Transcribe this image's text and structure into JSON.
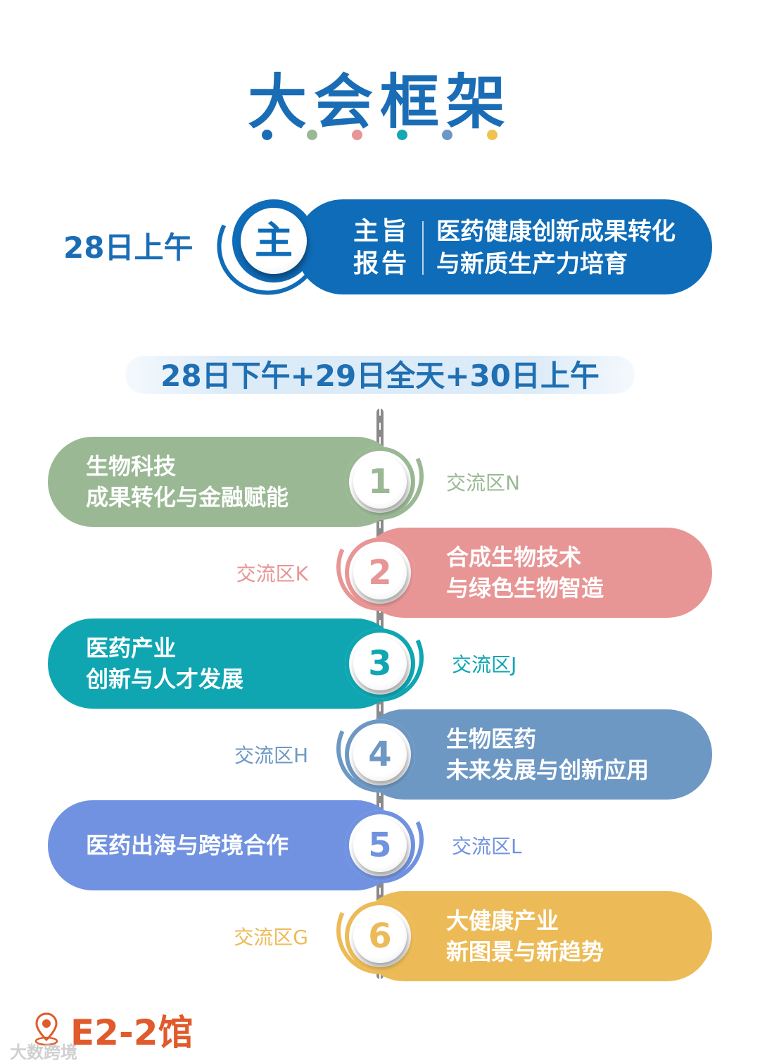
{
  "title": "大会框架",
  "dot_colors": [
    "#1a6db5",
    "#9ab894",
    "#e89595",
    "#13a8b3",
    "#6d98c4",
    "#f0c24f"
  ],
  "main_session": {
    "time": "28日上午",
    "badge": "主",
    "tag_line1": "主旨",
    "tag_line2": "报告",
    "topic_line1": "医药健康创新成果转化",
    "topic_line2": "与新质生产力培育",
    "color": "#0f6cb8"
  },
  "forum_time": "28日下午+29日全天+30日上午",
  "forums": [
    {
      "number": "1",
      "line1": "生物科技",
      "line2": "成果转化与金融赋能",
      "zone": "交流区N",
      "color": "#9ab894",
      "side": "left"
    },
    {
      "number": "2",
      "line1": "合成生物技术",
      "line2": "与绿色生物智造",
      "zone": "交流区K",
      "color": "#e89595",
      "side": "right"
    },
    {
      "number": "3",
      "line1": "医药产业",
      "line2": "创新与人才发展",
      "zone": "交流区J",
      "color": "#0fa6b2",
      "side": "left"
    },
    {
      "number": "4",
      "line1": "生物医药",
      "line2": "未来发展与创新应用",
      "zone": "交流区H",
      "color": "#6d98c4",
      "side": "right"
    },
    {
      "number": "5",
      "line1": "医药出海与跨境合作",
      "line2": "",
      "zone": "交流区L",
      "color": "#7092e0",
      "side": "left"
    },
    {
      "number": "6",
      "line1": "大健康产业",
      "line2": "新图景与新趋势",
      "zone": "交流区G",
      "color": "#ecbb57",
      "side": "right"
    }
  ],
  "venue": {
    "icon": "location-pin-icon",
    "label": "E2-2馆",
    "color": "#e05a2b"
  },
  "watermark": "大数跨境"
}
